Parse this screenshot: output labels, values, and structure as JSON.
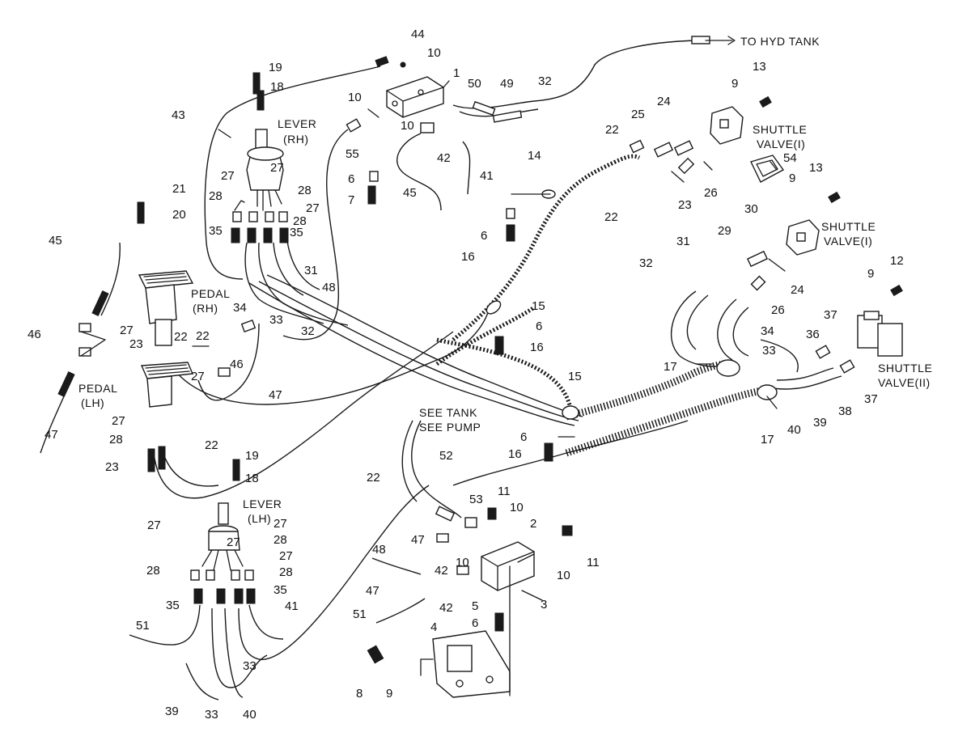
{
  "labels": {
    "to_hyd_tank": "TO HYD TANK",
    "lever_rh_1": "LEVER",
    "lever_rh_2": "(RH)",
    "lever_lh_1": "LEVER",
    "lever_lh_2": "(LH)",
    "pedal_rh_1": "PEDAL",
    "pedal_rh_2": "(RH)",
    "pedal_lh_1": "PEDAL",
    "pedal_lh_2": "(LH)",
    "shuttle_1a": "SHUTTLE",
    "shuttle_1b": "VALVE(I)",
    "shuttle_2a": "SHUTTLE",
    "shuttle_2b": "VALVE(I)",
    "shuttle_3a": "SHUTTLE",
    "shuttle_3b": "VALVE(II)",
    "see_tank": "SEE TANK",
    "see_pump": "SEE PUMP"
  },
  "callouts": [
    "44",
    "10",
    "19",
    "18",
    "1",
    "50",
    "49",
    "32",
    "13",
    "9",
    "43",
    "10",
    "10",
    "55",
    "42",
    "41",
    "24",
    "25",
    "22",
    "23",
    "26",
    "54",
    "14",
    "22",
    "27",
    "28",
    "27",
    "28",
    "27",
    "28",
    "35",
    "35",
    "21",
    "20",
    "6",
    "7",
    "45",
    "45",
    "31",
    "48",
    "34",
    "33",
    "32",
    "16",
    "6",
    "15",
    "6",
    "16",
    "46",
    "27",
    "23",
    "22",
    "27",
    "46",
    "47",
    "30",
    "29",
    "31",
    "32",
    "24",
    "26",
    "34",
    "37",
    "36",
    "12",
    "9",
    "33",
    "17",
    "38",
    "37",
    "39",
    "40",
    "17",
    "15",
    "6",
    "16",
    "22",
    "52",
    "19",
    "18",
    "11",
    "10",
    "2",
    "10",
    "11",
    "53",
    "47",
    "48",
    "42",
    "10",
    "3",
    "47",
    "42",
    "5",
    "6",
    "51",
    "4",
    "27",
    "28",
    "27",
    "28",
    "35",
    "35",
    "51",
    "41",
    "39",
    "33",
    "40",
    "33",
    "8",
    "9",
    "47",
    "28",
    "23",
    "27",
    "9",
    "13"
  ]
}
